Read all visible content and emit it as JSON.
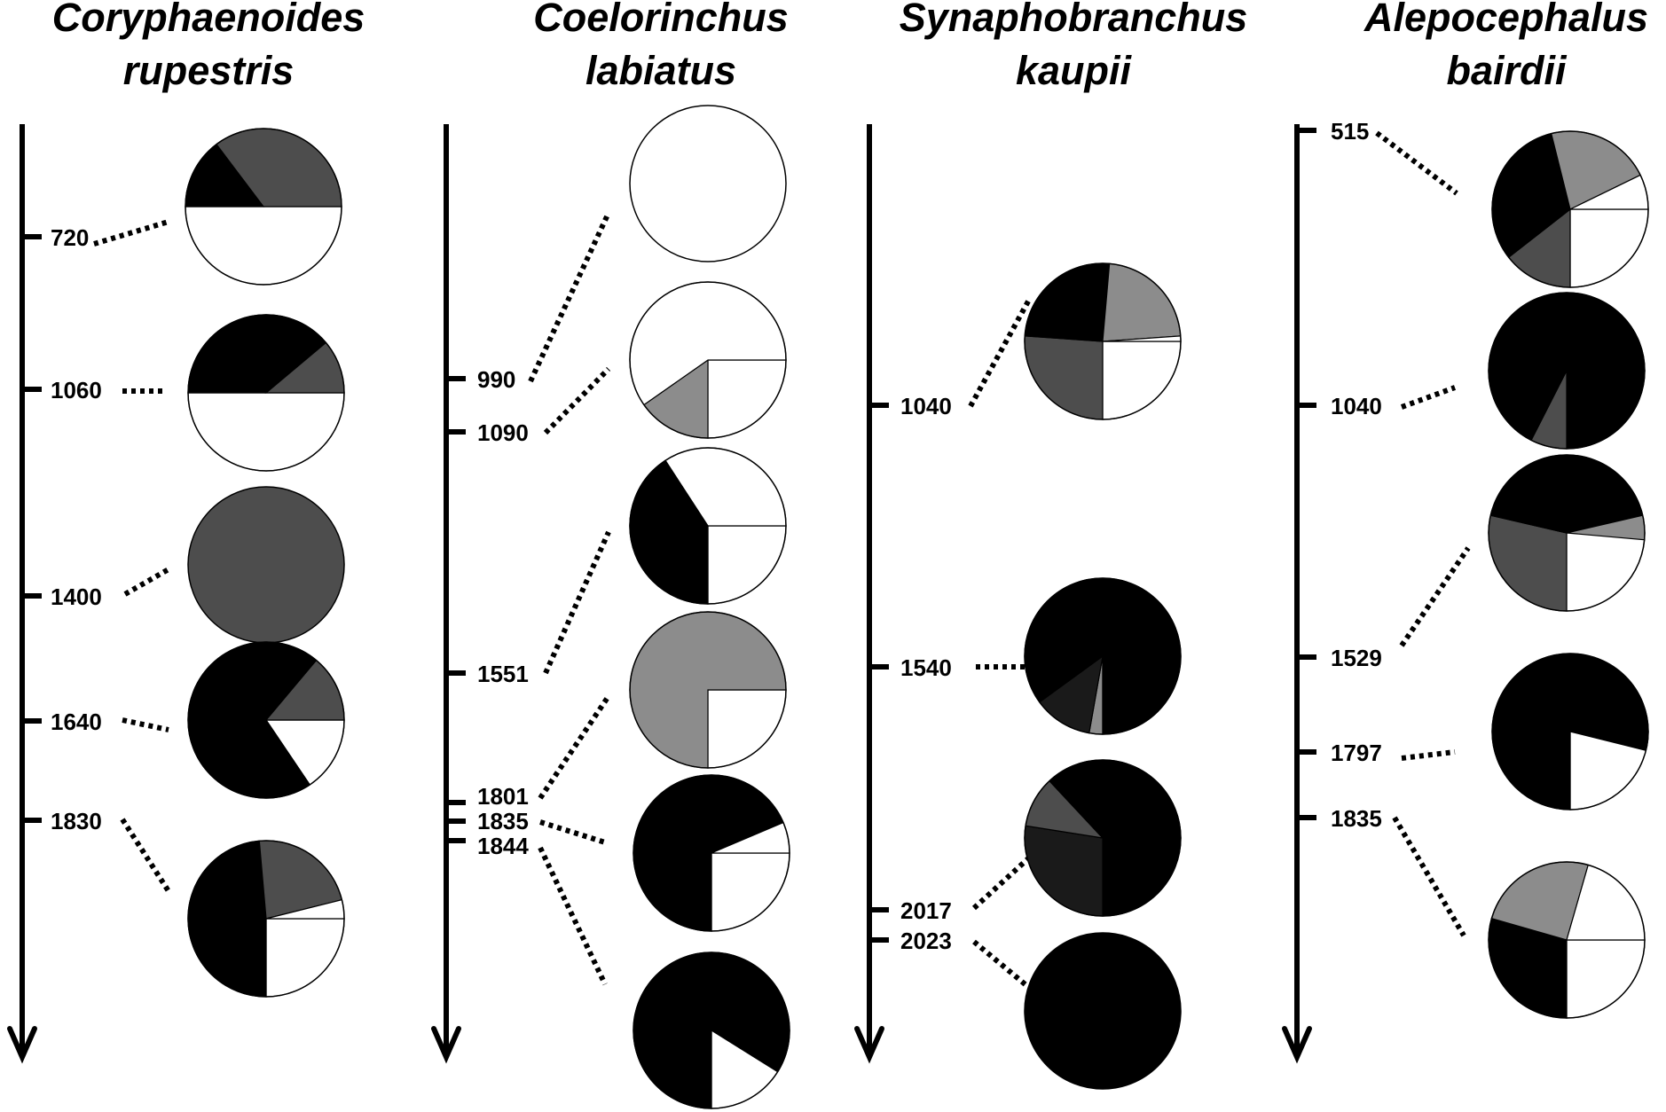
{
  "colors": {
    "white": "#ffffff",
    "light_gray": "#8c8c8c",
    "dark_gray": "#4d4d4d",
    "very_dark_gray": "#1a1a1a",
    "black": "#000000"
  },
  "chart_data": [
    {
      "type": "pie",
      "title": [
        "Coryphaenoides",
        "rupestris"
      ],
      "depths": [
        {
          "label": "720",
          "value": 720,
          "slices": [
            {
              "color": "white",
              "start": 0,
              "end": 180
            },
            {
              "color": "black",
              "start": 180,
              "end": 233
            },
            {
              "color": "dark_gray",
              "start": 233,
              "end": 360
            }
          ]
        },
        {
          "label": "1060",
          "value": 1060,
          "slices": [
            {
              "color": "white",
              "start": 0,
              "end": 180
            },
            {
              "color": "black",
              "start": 180,
              "end": 320
            },
            {
              "color": "dark_gray",
              "start": 320,
              "end": 360
            }
          ]
        },
        {
          "label": "1400",
          "value": 1400,
          "slices": [
            {
              "color": "dark_gray",
              "start": 0,
              "end": 360
            }
          ]
        },
        {
          "label": "1640",
          "value": 1640,
          "slices": [
            {
              "color": "white",
              "start": 0,
              "end": 56
            },
            {
              "color": "black",
              "start": 56,
              "end": 310
            },
            {
              "color": "dark_gray",
              "start": 310,
              "end": 360
            }
          ]
        },
        {
          "label": "1830",
          "value": 1830,
          "slices": [
            {
              "color": "white",
              "start": 0,
              "end": 90
            },
            {
              "color": "black",
              "start": 90,
              "end": 265
            },
            {
              "color": "dark_gray",
              "start": 265,
              "end": 346
            },
            {
              "color": "white",
              "start": 346,
              "end": 360
            }
          ]
        }
      ]
    },
    {
      "type": "pie",
      "title": [
        "Coelorinchus",
        "labiatus"
      ],
      "depths": [
        {
          "label": "990",
          "value": 990,
          "slices": [
            {
              "color": "white",
              "start": 0,
              "end": 360
            }
          ]
        },
        {
          "label": "1090",
          "value": 1090,
          "slices": [
            {
              "color": "white",
              "start": 0,
              "end": 90
            },
            {
              "color": "light_gray",
              "start": 90,
              "end": 145
            },
            {
              "color": "white",
              "start": 145,
              "end": 360
            }
          ]
        },
        {
          "label": "1551",
          "value": 1551,
          "slices": [
            {
              "color": "white",
              "start": 0,
              "end": 90
            },
            {
              "color": "black",
              "start": 90,
              "end": 237
            },
            {
              "color": "white",
              "start": 237,
              "end": 360
            }
          ]
        },
        {
          "label": "1801",
          "value": 1801,
          "slices": [
            {
              "color": "white",
              "start": 0,
              "end": 90
            },
            {
              "color": "light_gray",
              "start": 90,
              "end": 360
            }
          ]
        },
        {
          "label": "1835",
          "value": 1835,
          "slices": [
            {
              "color": "white",
              "start": 0,
              "end": 90
            },
            {
              "color": "black",
              "start": 90,
              "end": 337
            },
            {
              "color": "white",
              "start": 337,
              "end": 360
            }
          ]
        },
        {
          "label": "1844",
          "value": 1844,
          "slices": [
            {
              "color": "white",
              "start": 0,
              "end": 90
            },
            {
              "color": "black",
              "start": 90,
              "end": 392
            },
            {
              "color": "white",
              "start": 392,
              "end": 360
            }
          ]
        }
      ]
    },
    {
      "type": "pie",
      "title": [
        "Synaphobranchus",
        "kaupii"
      ],
      "depths": [
        {
          "label": "1040",
          "value": 1040,
          "slices": [
            {
              "color": "white",
              "start": 0,
              "end": 90
            },
            {
              "color": "dark_gray",
              "start": 90,
              "end": 184
            },
            {
              "color": "black",
              "start": 184,
              "end": 275
            },
            {
              "color": "light_gray",
              "start": 275,
              "end": 356
            },
            {
              "color": "white",
              "start": 356,
              "end": 360
            }
          ]
        },
        {
          "label": "1540",
          "value": 1540,
          "slices": [
            {
              "color": "light_gray",
              "start": 90,
              "end": 100
            },
            {
              "color": "very_dark_gray",
              "start": 100,
              "end": 144
            },
            {
              "color": "black",
              "start": 144,
              "end": 450
            }
          ]
        },
        {
          "label": "2017",
          "value": 2017,
          "slices": [
            {
              "color": "black",
              "start": 0,
              "end": 90
            },
            {
              "color": "very_dark_gray",
              "start": 90,
              "end": 189
            },
            {
              "color": "dark_gray",
              "start": 189,
              "end": 227
            },
            {
              "color": "black",
              "start": 227,
              "end": 360
            }
          ]
        },
        {
          "label": "2023",
          "value": 2023,
          "slices": [
            {
              "color": "black",
              "start": 0,
              "end": 360
            }
          ]
        }
      ]
    },
    {
      "type": "pie",
      "title": [
        "Alepocephalus",
        "bairdii"
      ],
      "depths": [
        {
          "label": "515",
          "value": 515,
          "slices": [
            {
              "color": "white",
              "start": 0,
              "end": 90
            },
            {
              "color": "dark_gray",
              "start": 90,
              "end": 142
            },
            {
              "color": "black",
              "start": 142,
              "end": 256
            },
            {
              "color": "light_gray",
              "start": 256,
              "end": 334
            },
            {
              "color": "white",
              "start": 334,
              "end": 360
            }
          ]
        },
        {
          "label": "1040",
          "value": 1040,
          "slices": [
            {
              "color": "black",
              "start": 0,
              "end": 90
            },
            {
              "color": "dark_gray",
              "start": 90,
              "end": 117
            },
            {
              "color": "black",
              "start": 117,
              "end": 360
            }
          ]
        },
        {
          "label": "1529",
          "value": 1529,
          "slices": [
            {
              "color": "white",
              "start": 0,
              "end": 90
            },
            {
              "color": "dark_gray",
              "start": 90,
              "end": 193
            },
            {
              "color": "black",
              "start": 193,
              "end": 347
            },
            {
              "color": "light_gray",
              "start": 347,
              "end": 365
            }
          ]
        },
        {
          "label": "1797",
          "value": 1797,
          "slices": [
            {
              "color": "white",
              "start": 0,
              "end": 90
            },
            {
              "color": "black",
              "start": 90,
              "end": 374
            }
          ]
        },
        {
          "label": "1835",
          "value": 1835,
          "slices": [
            {
              "color": "white",
              "start": 0,
              "end": 90
            },
            {
              "color": "black",
              "start": 90,
              "end": 196
            },
            {
              "color": "light_gray",
              "start": 196,
              "end": 286
            },
            {
              "color": "white",
              "start": 286,
              "end": 360
            }
          ]
        }
      ]
    }
  ]
}
